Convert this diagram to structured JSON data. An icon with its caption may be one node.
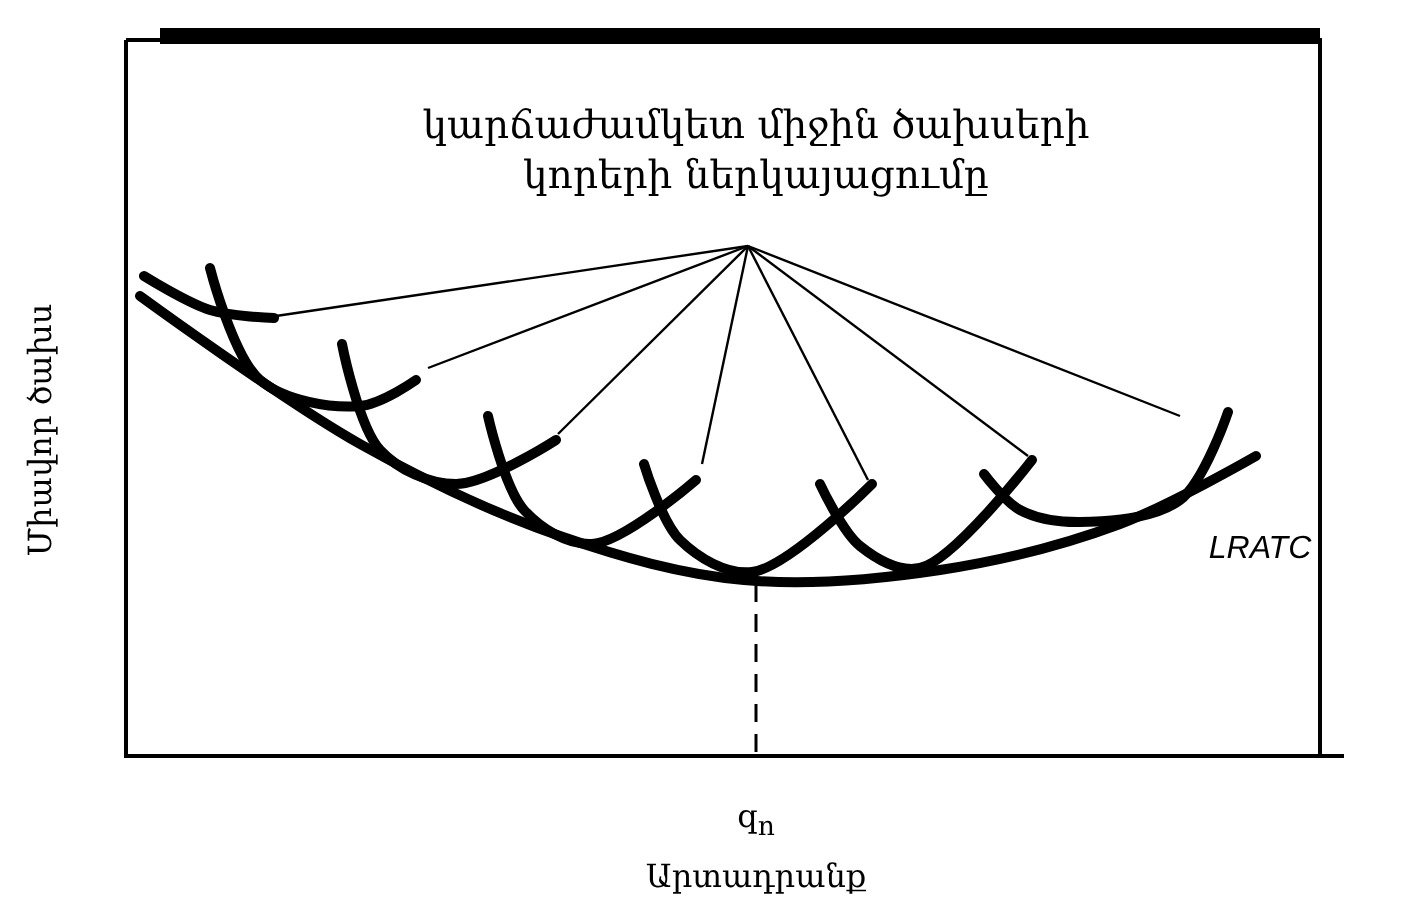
{
  "diagram": {
    "nodes": [
      {
        "text": [
          "կարճաժամկետ միջին ծախսերի կորերի ներկայացումը"
        ]
      },
      {
        "text": [],
        "shape": "curve"
      },
      {
        "text": [],
        "shape": "curve"
      },
      {
        "text": [],
        "shape": "curve"
      },
      {
        "text": [],
        "shape": "curve"
      },
      {
        "text": [],
        "shape": "curve"
      },
      {
        "text": [],
        "shape": "curve"
      },
      {
        "text": [],
        "shape": "curve"
      }
    ],
    "edges": [
      {
        "from": 0,
        "to": 1,
        "arrow": "none"
      },
      {
        "from": 0,
        "to": 2,
        "arrow": "none"
      },
      {
        "from": 0,
        "to": 3,
        "arrow": "none"
      },
      {
        "from": 0,
        "to": 4,
        "arrow": "none"
      },
      {
        "from": 0,
        "to": 5,
        "arrow": "none"
      },
      {
        "from": 0,
        "to": 6,
        "arrow": "none"
      },
      {
        "from": 0,
        "to": 7,
        "arrow": "none"
      }
    ],
    "labels": [
      "Միավոր ծախս",
      "LRATC",
      "q$_{n}$",
      "Արտադրանք"
    ]
  }
}
